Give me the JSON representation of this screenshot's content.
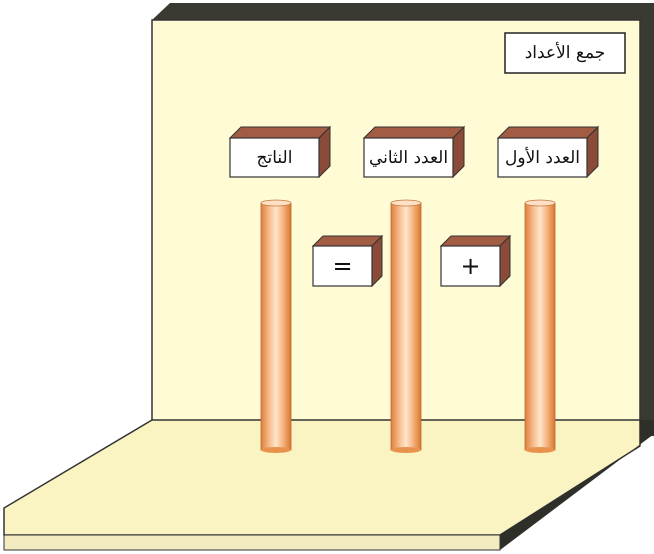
{
  "title": "جمع الأعداد",
  "boxes": {
    "first": "العدد الأول",
    "second": "العدد الثاني",
    "result": "الناتج"
  },
  "operators": {
    "plus": "+",
    "equals": "="
  },
  "colors": {
    "wall": "#fffbd5",
    "floor": "#faf4c2",
    "wall_side": "#46463c",
    "box_top": "#a25c44",
    "box_side": "#8a4b38",
    "rod_light": "#ffe2c2",
    "rod_dark": "#e58a4a"
  }
}
